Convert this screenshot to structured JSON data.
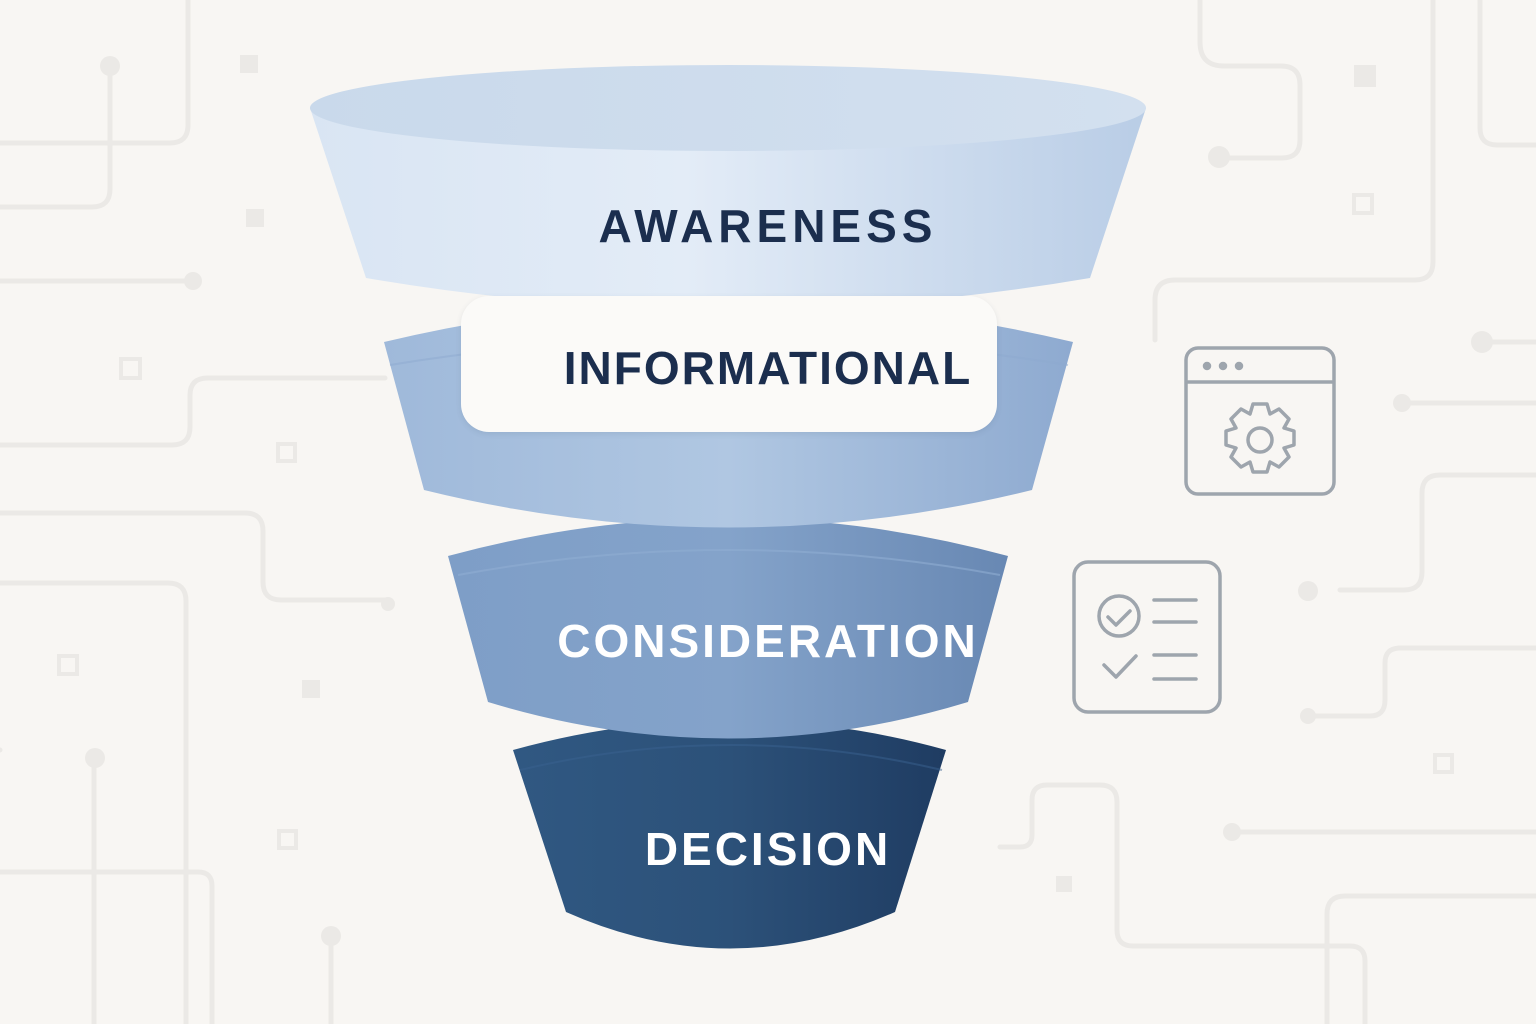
{
  "diagram": {
    "type": "funnel",
    "stages": [
      {
        "label": "AWARENESS",
        "color": "#d4e2f2",
        "text_color": "#1b2e4e"
      },
      {
        "label": "INFORMATIONAL",
        "color": "#a9c1de",
        "text_color": "#1b2e4e",
        "highlighted": true
      },
      {
        "label": "CONSIDERATION",
        "color": "#7c9dc4",
        "text_color": "#ffffff"
      },
      {
        "label": "DECISION",
        "color": "#2d5079",
        "text_color": "#ffffff"
      }
    ],
    "side_icons": [
      {
        "name": "browser-settings-icon"
      },
      {
        "name": "checklist-icon"
      }
    ]
  },
  "colors": {
    "background": "#f8f6f3",
    "circuit_lines": "#ebe9e6",
    "icon_stroke": "#9ea5ad",
    "highlight_pill": "#fbfaf8"
  }
}
